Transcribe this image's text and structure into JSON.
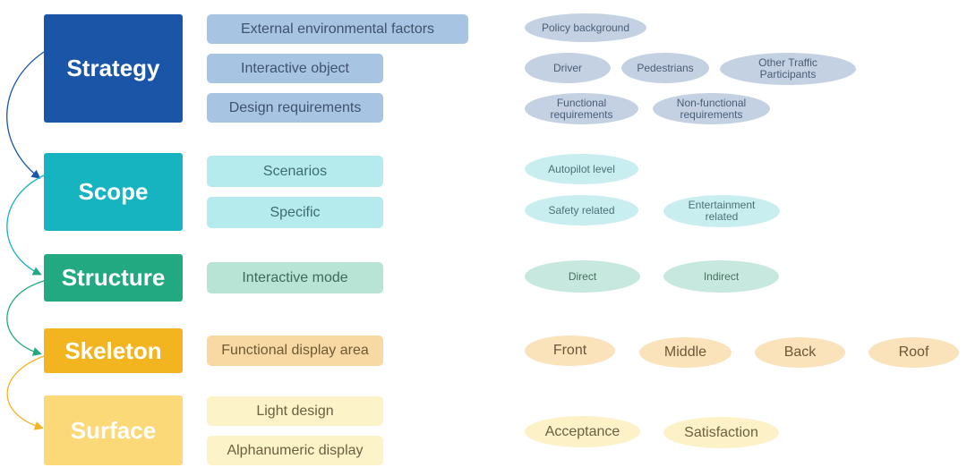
{
  "colors": {
    "strategy": "#1a55a8",
    "scope": "#16b3c1",
    "structure": "#23a982",
    "skeleton": "#f2b51f",
    "surface": "#fbd979"
  },
  "levels": [
    {
      "label": "Strategy",
      "factors": [
        "External environmental factors",
        "Interactive object",
        "Design requirements"
      ],
      "tag_rows": [
        [
          "Policy background"
        ],
        [
          "Driver",
          "Pedestrians",
          "Other Traffic\nParticipants"
        ],
        [
          "Functional\nrequirements",
          "Non-functional\nrequirements"
        ]
      ]
    },
    {
      "label": "Scope",
      "factors": [
        "Scenarios",
        "Specific"
      ],
      "tag_rows": [
        [
          "Autopilot level"
        ],
        [
          "Safety related",
          "Entertainment\nrelated"
        ]
      ]
    },
    {
      "label": "Structure",
      "factors": [
        "Interactive mode"
      ],
      "tag_rows": [
        [
          "Direct",
          "Indirect"
        ]
      ]
    },
    {
      "label": "Skeleton",
      "factors": [
        "Functional display area"
      ],
      "tag_rows": [
        [
          "Front",
          "Middle",
          "Back",
          "Roof"
        ]
      ]
    },
    {
      "label": "Surface",
      "factors": [
        "Light design",
        "Alphanumeric display"
      ],
      "tag_rows": [
        [
          "Acceptance",
          "Satisfaction"
        ]
      ]
    }
  ]
}
